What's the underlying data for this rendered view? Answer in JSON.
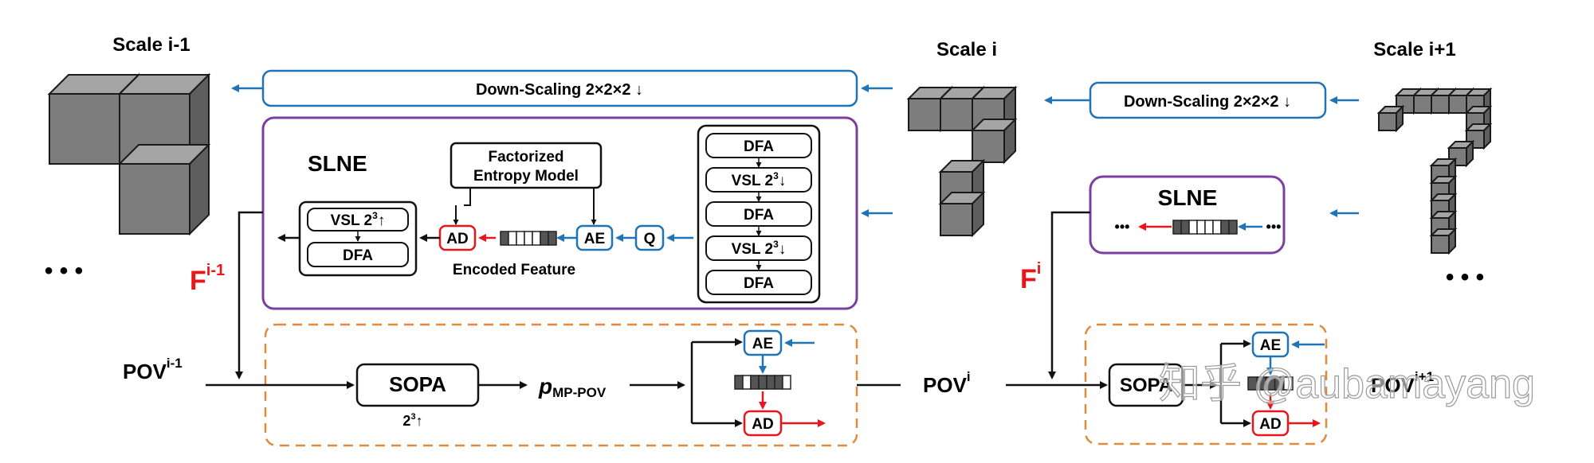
{
  "scales": {
    "left": "Scale i-1",
    "mid": "Scale i",
    "right": "Scale i+1"
  },
  "downscale": {
    "left_label": "Down-Scaling 2×2×2 ↓",
    "right_label": "Down-Scaling 2×2×2 ↓"
  },
  "slne_main": {
    "title": "SLNE",
    "entropy_model_line1": "Factorized",
    "entropy_model_line2": "Entropy Model",
    "encoded_feature": "Encoded Feature",
    "ad": "AD",
    "ae": "AE",
    "q": "Q",
    "vsl_up_base": "VSL 2",
    "vsl_up_exp": "3",
    "vsl_up_arrow": "↑",
    "dfa_small": "DFA",
    "stack": {
      "dfa1": "DFA",
      "vsl1_base": "VSL 2",
      "vsl1_exp": "3",
      "vsl1_arrow": "↓",
      "dfa2": "DFA",
      "vsl2_base": "VSL 2",
      "vsl2_exp": "3",
      "vsl2_arrow": "↓",
      "dfa3": "DFA"
    }
  },
  "slne_small": {
    "title": "SLNE",
    "dots_left": "•••",
    "dots_right": "•••"
  },
  "features": {
    "left_base": "F",
    "left_sup": "i-1",
    "right_base": "F",
    "right_sup": "i"
  },
  "pov": {
    "left_base": "POV",
    "left_sup": "i-1",
    "mid_base": "POV",
    "mid_sup": "i",
    "right_base": "POV",
    "right_sup": "i+1"
  },
  "sopa": {
    "label": "SOPA",
    "sub_base": "2",
    "sub_exp": "3",
    "sub_arrow": "↑",
    "prob_p": "p",
    "prob_sub": "MP-POV",
    "ae": "AE",
    "ad": "AD",
    "right_label": "SOPA",
    "right_ae": "AE",
    "right_ad": "AD"
  },
  "ellipsis": {
    "left": "• • •",
    "right": "• • •"
  },
  "watermark": "知乎 @aubamayang",
  "colors": {
    "blue": "#1f73b7",
    "red": "#e8161b",
    "purple": "#7b3fa0",
    "orange": "#e08a3c",
    "cube_face": "#7d7d7d",
    "cube_top": "#a5a5a5",
    "cube_side": "#5e5e5e"
  }
}
